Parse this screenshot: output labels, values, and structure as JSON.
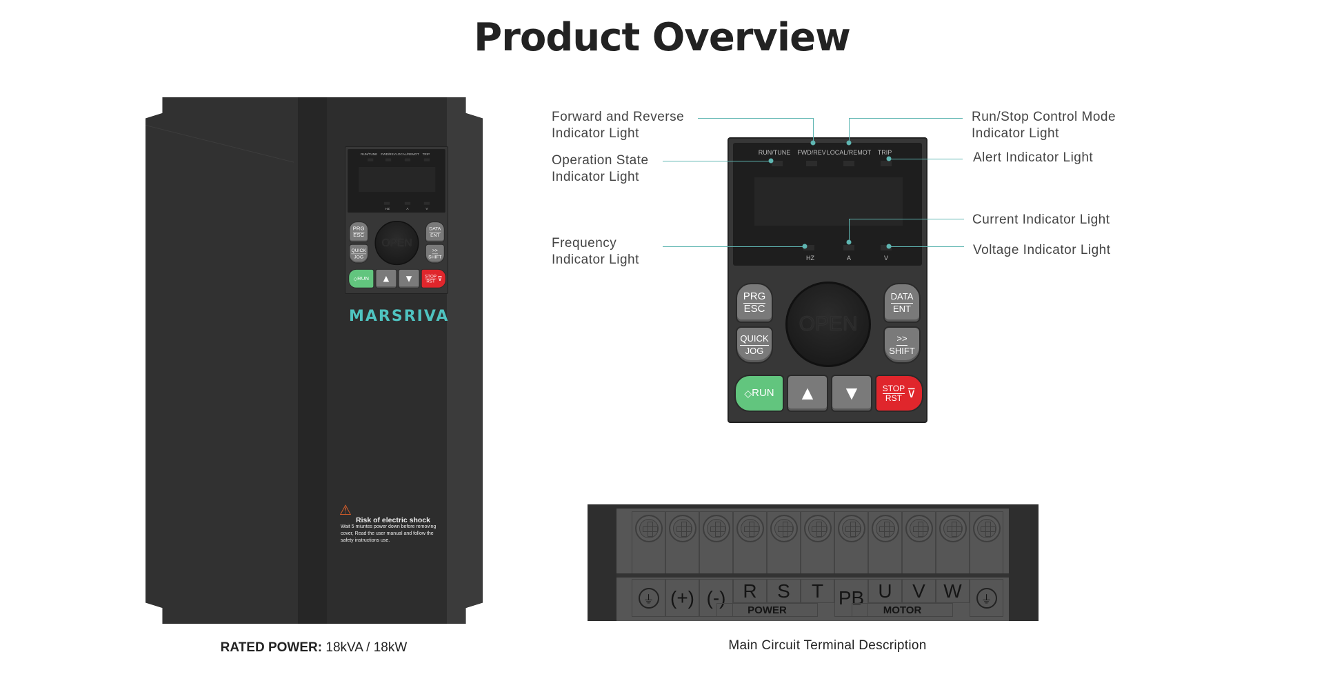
{
  "title": "Product Overview",
  "drive": {
    "brand": "MARSRIVA",
    "warning_title": "Risk of electric shock",
    "warning_text": "Wait 5 miuntes power down before removing cover, Read the user manual and follow the safety instructions use.",
    "rated_power_label": "RATED POWER:",
    "rated_power_value": "18kVA / 18kW"
  },
  "keypad": {
    "indicators": [
      "RUN/TUNE",
      "FWD/REV",
      "LOCAL/REMOT",
      "TRIP"
    ],
    "units": [
      "HZ",
      "A",
      "V"
    ],
    "knob": "OPEN",
    "keys": {
      "prg": "PRG",
      "esc": "ESC",
      "quick": "QUICK",
      "jog": "JOG",
      "data": "DATA",
      "ent": "ENT",
      "shift_arrows": ">>",
      "shift": "SHIFT",
      "run": "RUN",
      "stop": "STOP",
      "rst": "RST",
      "up": "▲",
      "down": "▼"
    }
  },
  "annotations": {
    "fwd_rev": [
      "Forward and Reverse",
      "Indicator Light"
    ],
    "op_state": [
      "Operation State",
      "Indicator Light"
    ],
    "frequency": [
      "Frequency",
      "Indicator Light"
    ],
    "run_stop": [
      "Run/Stop Control Mode",
      "Indicator Light"
    ],
    "alert": "Alert Indicator Light",
    "current": "Current Indicator Light",
    "voltage": "Voltage Indicator Light"
  },
  "terminal": {
    "labels": [
      "⏚",
      "(+)",
      "(-)",
      "R",
      "S",
      "T",
      "PB",
      "U",
      "V",
      "W",
      "⏚"
    ],
    "power_group": "POWER",
    "motor_group": "MOTOR",
    "caption": "Main Circuit Terminal Description"
  },
  "colors": {
    "accent": "#5fb6b2",
    "brand": "#4fc3c0",
    "run": "#62c57e",
    "stop": "#e0262c"
  }
}
